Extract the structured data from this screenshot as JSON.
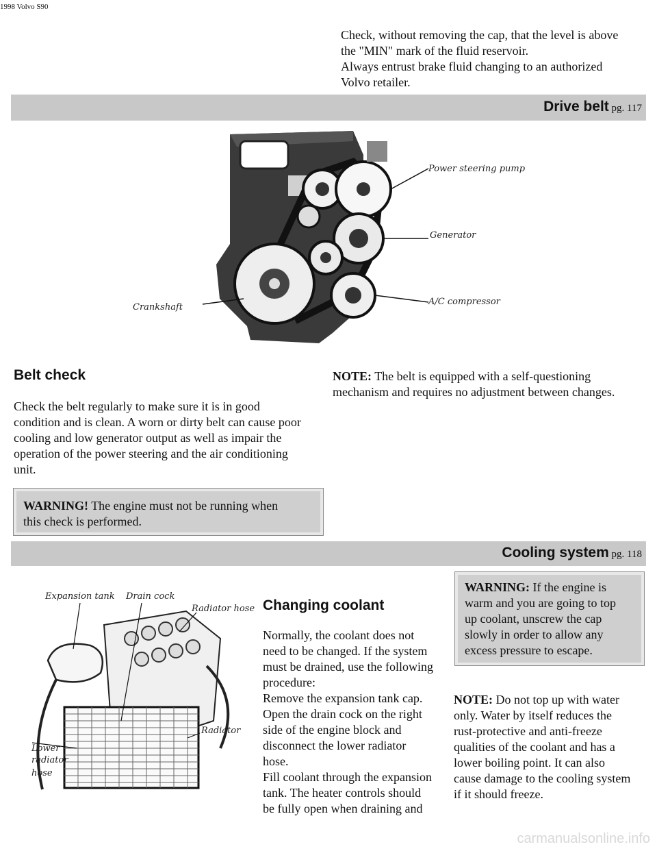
{
  "header": {
    "doc_title": "1998 Volvo S90"
  },
  "brake_fluid": {
    "line1": "Check, without removing the cap, that the level is above",
    "line2": "the \"MIN\" mark of the fluid reservoir.",
    "line3": "Always entrust brake fluid changing to an authorized",
    "line4": "Volvo retailer."
  },
  "drive_belt": {
    "title": "Drive belt",
    "page_ref": "pg. 117",
    "figure_labels": {
      "power_steering": "Power steering pump",
      "generator": "Generator",
      "ac": "A/C compressor",
      "crankshaft": "Crankshaft"
    },
    "belt_check_heading": "Belt check",
    "belt_check_lines": [
      "Check the belt regularly to make sure it is in good",
      "condition and is clean. A worn or dirty belt can cause poor",
      "cooling and low generator output as well as impair the",
      "operation of the power steering and the air conditioning",
      "unit."
    ],
    "warning_label": "WARNING!",
    "warning_line1": " The engine must not be running when",
    "warning_line2": "this check is performed.",
    "note_label": "NOTE:",
    "note_line1": " The belt is equipped with a self-questioning",
    "note_line2": "mechanism and requires no adjustment between changes."
  },
  "cooling": {
    "title": "Cooling system",
    "page_ref": "pg. 118",
    "figure_labels": {
      "expansion": "Expansion tank",
      "drain": "Drain cock",
      "rad_hose": "Radiator hose",
      "radiator": "Radiator",
      "lower1": "Lower",
      "lower2": "radiator",
      "lower3": "hose"
    },
    "heading": "Changing coolant",
    "lines": [
      "Normally, the coolant does not",
      "need to be changed. If the system",
      "must be drained, use the following",
      "procedure:",
      "Remove the expansion tank cap.",
      "Open the drain cock on the right",
      "side of the engine block and",
      "disconnect the lower radiator",
      "hose.",
      "Fill coolant through the expansion",
      "tank. The heater controls should",
      "be fully open when draining and"
    ],
    "warning_label": "WARNING:",
    "warning_lines": [
      " If the engine is",
      "warm and you are going to top",
      "up coolant, unscrew the cap",
      "slowly in order to allow any",
      "excess pressure to escape."
    ],
    "note_label": "NOTE:",
    "note_lines": [
      " Do not top up with water",
      "only. Water by itself reduces the",
      "rust-protective and anti-freeze",
      "qualities of the coolant and has a",
      "lower boiling point. It can also",
      "cause damage to the cooling system",
      "if it should freeze."
    ]
  },
  "footer": {
    "watermark": "carmanualsonline.info"
  }
}
